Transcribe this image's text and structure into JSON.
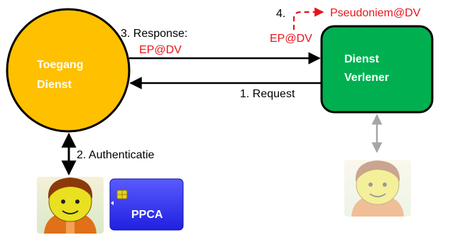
{
  "nodes": {
    "toegang": {
      "line1": "Toegang",
      "line2": "Dienst"
    },
    "dienst": {
      "line1": "Dienst",
      "line2": "Verlener"
    },
    "ppca": {
      "label": "PPCA"
    }
  },
  "edges": {
    "response": {
      "label": "3. Response:",
      "payload": "EP@DV"
    },
    "request": {
      "label": "1. Request"
    },
    "authenticatie": {
      "label": "2. Authenticatie"
    },
    "step4": {
      "number": "4.",
      "source": "EP@DV",
      "target": "Pseudoniem@DV"
    }
  },
  "colors": {
    "toegang_fill": "#FFC000",
    "dienst_fill": "#00B050",
    "accent_red": "#E8141B",
    "ppca_card": "#3333FF",
    "avatar_gray": "#A6A6A6"
  },
  "icons": {
    "user_active": "person-avatar-icon",
    "user_faded": "person-avatar-faded-icon",
    "card": "smartcard-icon"
  }
}
